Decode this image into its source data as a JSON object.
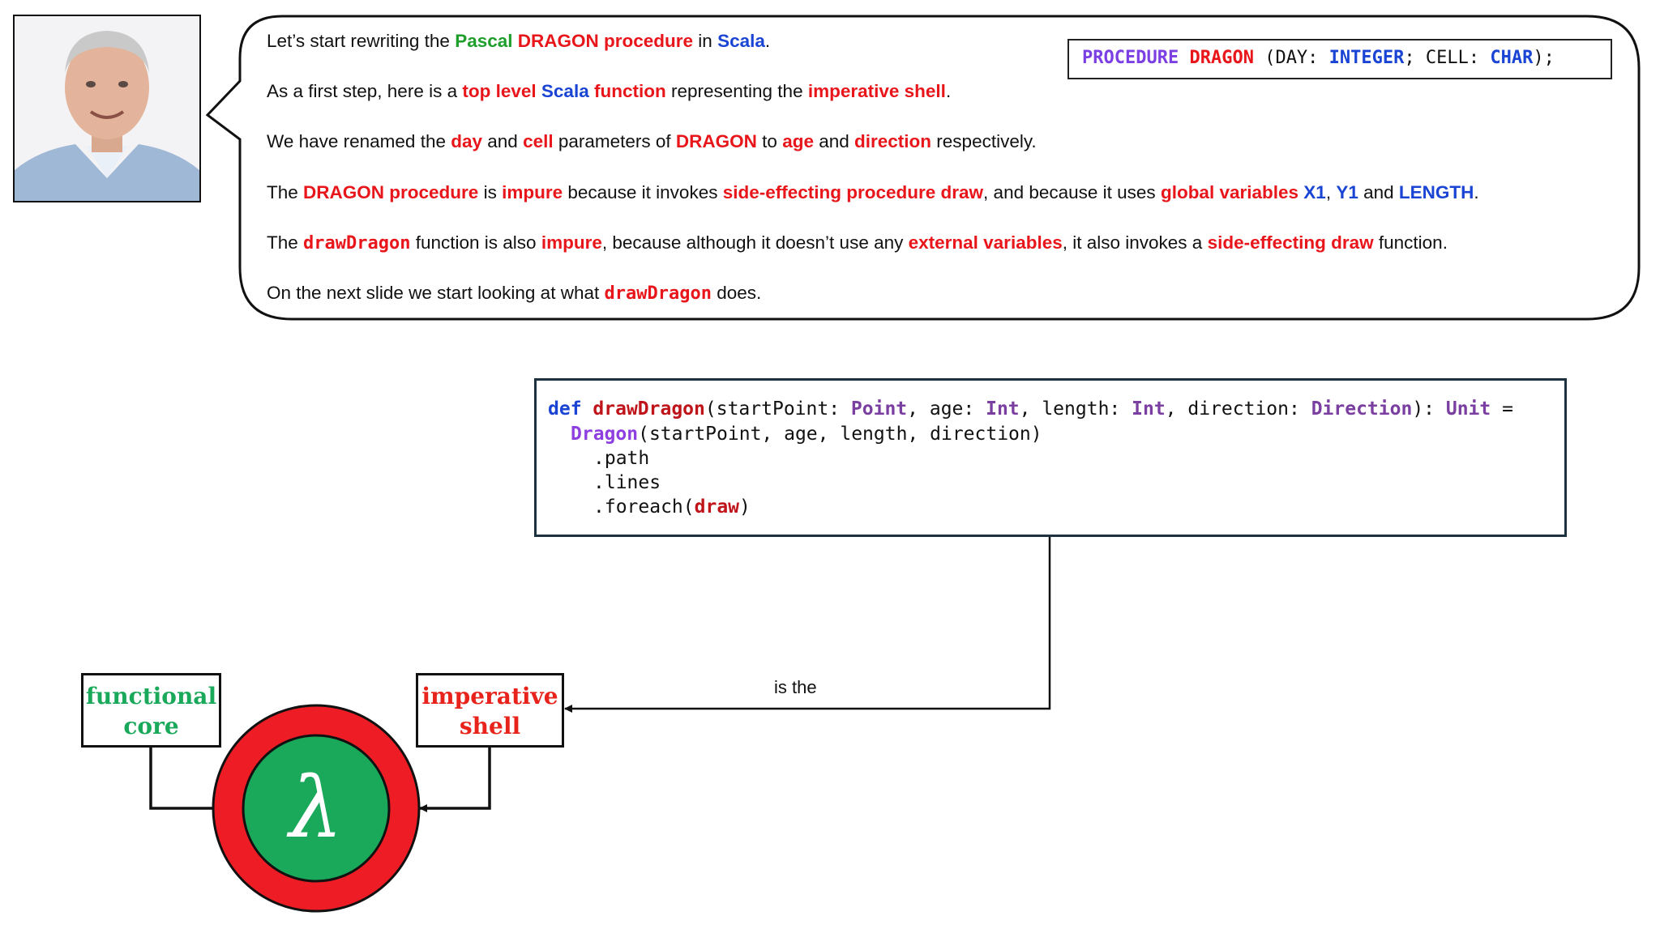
{
  "bubble": {
    "line1": {
      "a": "Let’s start rewriting the ",
      "b": "Pascal",
      "c": " ",
      "d": "DRAGON procedure",
      "e": " in ",
      "f": "Scala",
      "g": "."
    },
    "line2": {
      "a": "As a first step, here is a ",
      "b": "top level",
      "c": " ",
      "d": "Scala",
      "e": " ",
      "f": "function",
      "g": " representing the ",
      "h": "imperative shell",
      "i": "."
    },
    "line3": {
      "a": "We have renamed the ",
      "b": "day",
      "c": " and ",
      "d": "cell",
      "e": " parameters of ",
      "f": "DRAGON",
      "g": " to ",
      "h": "age",
      "i": " and ",
      "j": "direction",
      "k": " respectively."
    },
    "line4": {
      "a": "The ",
      "b": "DRAGON procedure",
      "c": " is ",
      "d": "impure",
      "e": " because it invokes ",
      "f": "side-effecting procedure draw",
      "g": ", and because it uses ",
      "h": "global variables",
      "i": " ",
      "j": "X1",
      "k": ", ",
      "l": "Y1",
      "m": " and ",
      "n": "LENGTH",
      "o": "."
    },
    "line5": {
      "a": "The ",
      "b": "drawDragon",
      "c": "  function is also ",
      "d": "impure",
      "e": ", because although it doesn’t use any ",
      "f": "external variables",
      "g": ", it also invokes a ",
      "h": "side-effecting",
      "i": " ",
      "j": "draw",
      "k": " function."
    },
    "line6": {
      "a": "On the next slide we start looking at what ",
      "b": "drawDragon",
      "c": "  does."
    }
  },
  "pascal": {
    "kw1": "PROCEDURE",
    "kw2": "DRAGON",
    "p1": " (DAY: ",
    "t1": "INTEGER",
    "p2": "; CELL: ",
    "t2": "CHAR",
    "p3": ");"
  },
  "code": {
    "l1": {
      "def": "def",
      "sp": " ",
      "fn": "drawDragon",
      "a": "(startPoint: ",
      "t1": "Point",
      "b": ", age: ",
      "t2": "Int",
      "c": ", length: ",
      "t3": "Int",
      "d": ", direction: ",
      "t4": "Direction",
      "e": "): ",
      "t5": "Unit",
      "f": " ="
    },
    "l2": {
      "ctor": "Dragon",
      "a": "(startPoint, age, length, direction)"
    },
    "l3": ".path",
    "l4": ".lines",
    "l5": {
      "a": ".foreach(",
      "fn": "draw",
      "b": ")"
    }
  },
  "diagram": {
    "core_line1": "functional",
    "core_line2": "core",
    "shell_line1": "imperative",
    "shell_line2": "shell",
    "connector": "is the",
    "lambda": "λ",
    "colors": {
      "outer": "#ee1c24",
      "inner": "#1aa85a",
      "core_text": "#1aa85a",
      "shell_text": "#e8231b"
    }
  }
}
